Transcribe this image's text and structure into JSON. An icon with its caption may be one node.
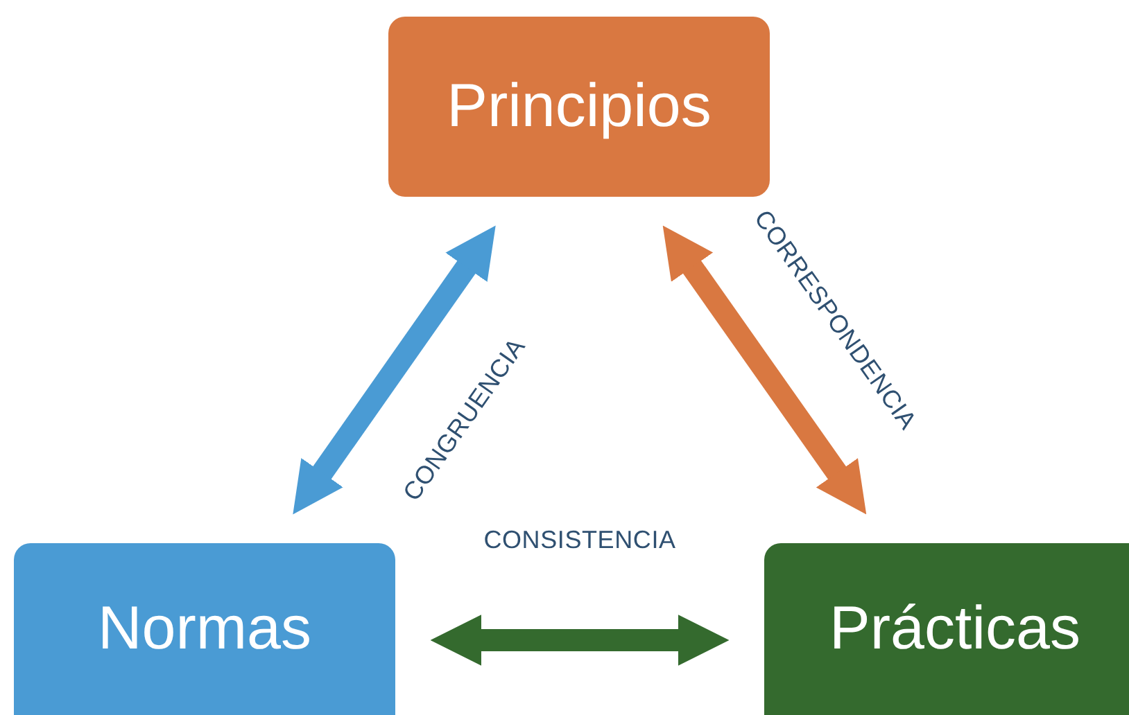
{
  "diagram": {
    "nodes": [
      {
        "text": [
          "Principios"
        ]
      },
      {
        "text": [
          "Normas"
        ]
      },
      {
        "text": [
          "Prácticas"
        ]
      }
    ],
    "edges": [
      {
        "from": 1,
        "to": 0,
        "arrow": "both",
        "label": "CONGRUENCIA",
        "color": "#4a9bd4"
      },
      {
        "from": 0,
        "to": 2,
        "arrow": "both",
        "label": "CORRESPONDENCIA",
        "color": "#d97841"
      },
      {
        "from": 1,
        "to": 2,
        "arrow": "both",
        "label": "CONSISTENCIA",
        "color": "#346a2e"
      }
    ]
  }
}
